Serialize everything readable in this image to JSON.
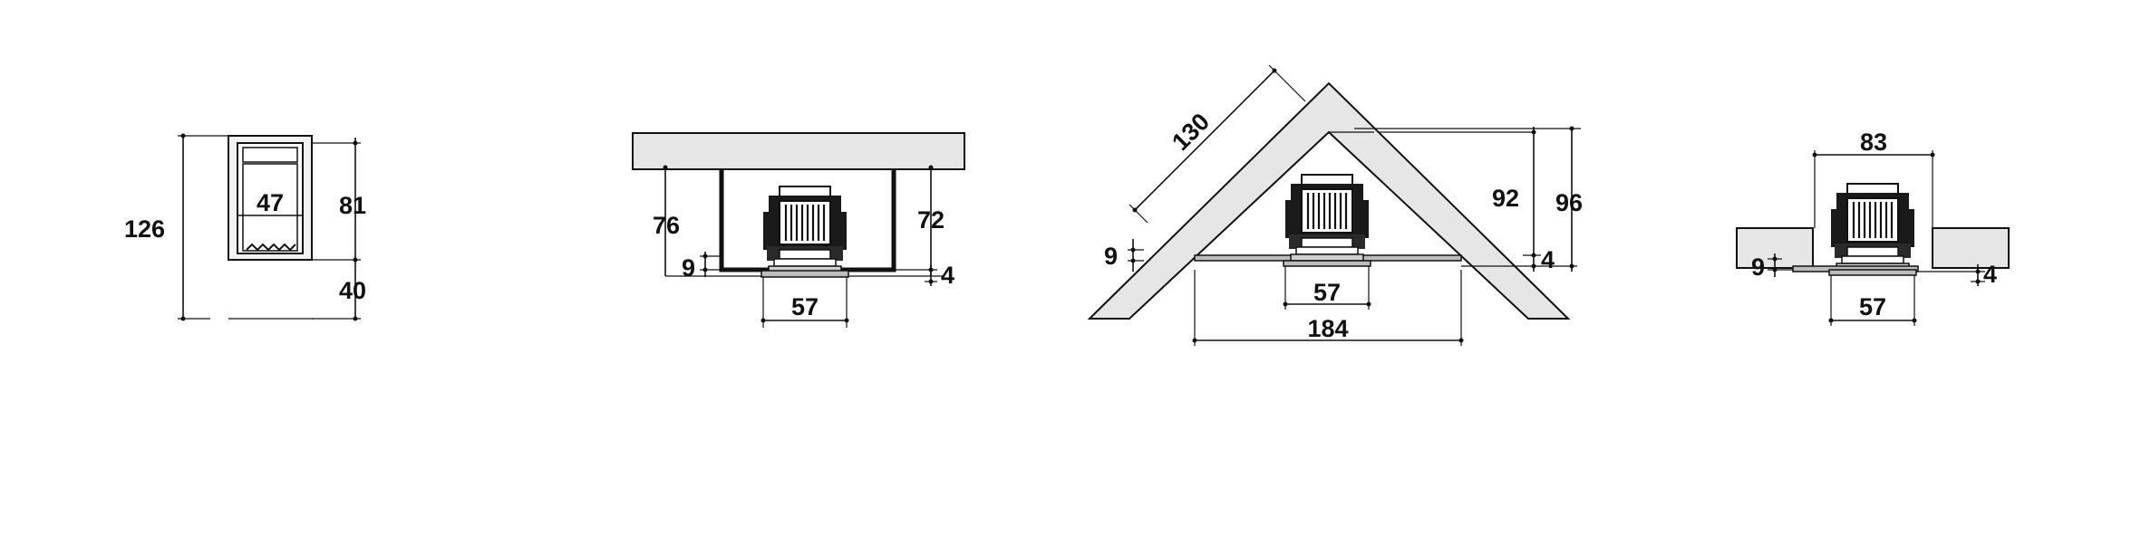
{
  "diagrams": [
    {
      "id": "front",
      "labels": {
        "height_total": "126",
        "width": "47",
        "height_body": "81",
        "height_base": "40"
      }
    },
    {
      "id": "wall",
      "labels": {
        "depth_outer": "76",
        "depth_inner": "72",
        "offset": "9",
        "trim": "4",
        "width": "57"
      }
    },
    {
      "id": "corner",
      "labels": {
        "side": "130",
        "depth_outer": "96",
        "depth_inner": "92",
        "offset": "9",
        "trim": "4",
        "width": "57",
        "span": "184"
      }
    },
    {
      "id": "flush",
      "labels": {
        "opening": "83",
        "offset": "9",
        "trim": "4",
        "width": "57"
      }
    }
  ],
  "colors": {
    "line": "#111111",
    "wall_fill": "#e6e6e6",
    "unit_dark": "#1a1a1a"
  }
}
